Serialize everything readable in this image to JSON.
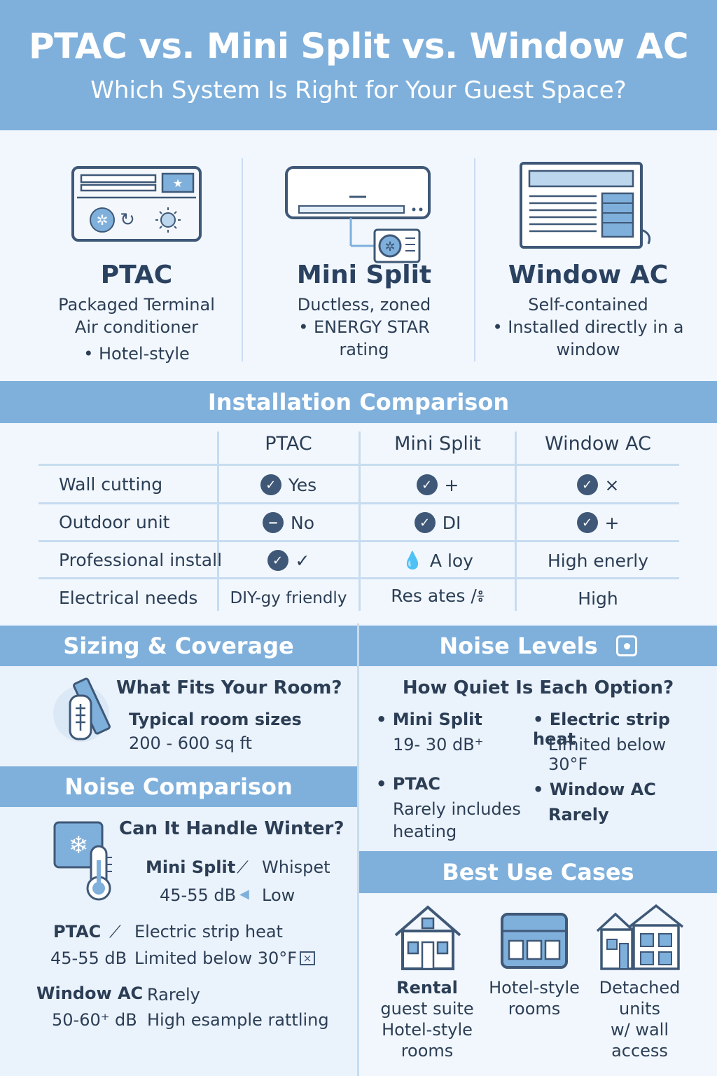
{
  "header": {
    "title": "PTAC vs. Mini Split vs. Window AC",
    "subtitle": "Which System Is Right for Your Guest Space?"
  },
  "systems": [
    {
      "name": "PTAC",
      "lines": [
        "Packaged Terminal",
        "Air conditioner",
        "• Hotel-style"
      ]
    },
    {
      "name": "Mini Split",
      "lines": [
        "Ductless, zoned",
        "• ENERGY STAR",
        "rating"
      ]
    },
    {
      "name": "Window AC",
      "lines": [
        "Self-contained",
        "• Installed directly in a",
        "window"
      ]
    }
  ],
  "installation": {
    "title": "Installation Comparison",
    "columns": [
      "PTAC",
      "Mini Split",
      "Window AC"
    ],
    "rows": [
      {
        "label": "Wall cutting",
        "cells": [
          "Yes",
          "+",
          "×"
        ]
      },
      {
        "label": "Outdoor unit",
        "cells": [
          "No",
          "DI",
          "+"
        ]
      },
      {
        "label": "Professional install",
        "cells": [
          "✓",
          "A loy",
          "High enerly"
        ]
      },
      {
        "label": "Electrical needs",
        "cells": [
          "DIY-gy friendly",
          "Res ates /៖",
          "High"
        ]
      }
    ]
  },
  "sizing": {
    "title": "Sizing & Coverage",
    "question": "What Fits Your Room?",
    "sub": "Typical room sizes",
    "value": "200 - 600 sq ft"
  },
  "noise_comparison": {
    "title": "Noise Comparison",
    "question": "Can It Handle Winter?",
    "mini_name": "Mini Split",
    "mini_note": "Whispet",
    "mini_db": "45-55 dB",
    "mini_level": "Low",
    "ptac_name": "PTAC",
    "ptac_note": "Electric strip heat",
    "ptac_db": "45-55 dB",
    "ptac_level": "Limited below 30°F",
    "window_name": "Window AC",
    "window_note": "Rarely",
    "window_db": "50-60⁺ dB",
    "window_level": "High esample rattling"
  },
  "noise_levels": {
    "title": "Noise Levels",
    "question": "How Quiet Is Each Option?",
    "items": [
      {
        "name": "Mini Split",
        "detail": "19- 30 dB⁺"
      },
      {
        "name": "PTAC",
        "detail": "Rarely includes heating"
      },
      {
        "name": "Electric strip heat",
        "detail": "Limited below 30°F"
      },
      {
        "name": "Window AC",
        "detail": "Rarely"
      }
    ]
  },
  "use_cases": {
    "title": "Best Use Cases",
    "items": [
      {
        "bold": "Rental",
        "rest": [
          "guest suite",
          "Hotel-style",
          "rooms"
        ]
      },
      {
        "bold": "",
        "rest": [
          "Hotel-style",
          "rooms"
        ]
      },
      {
        "bold": "",
        "rest": [
          "Detached",
          "units",
          "w/ wall access"
        ]
      }
    ]
  },
  "colors": {
    "band": "#7fb0dc",
    "accent": "#3f5877",
    "background": "#eef5fc"
  }
}
